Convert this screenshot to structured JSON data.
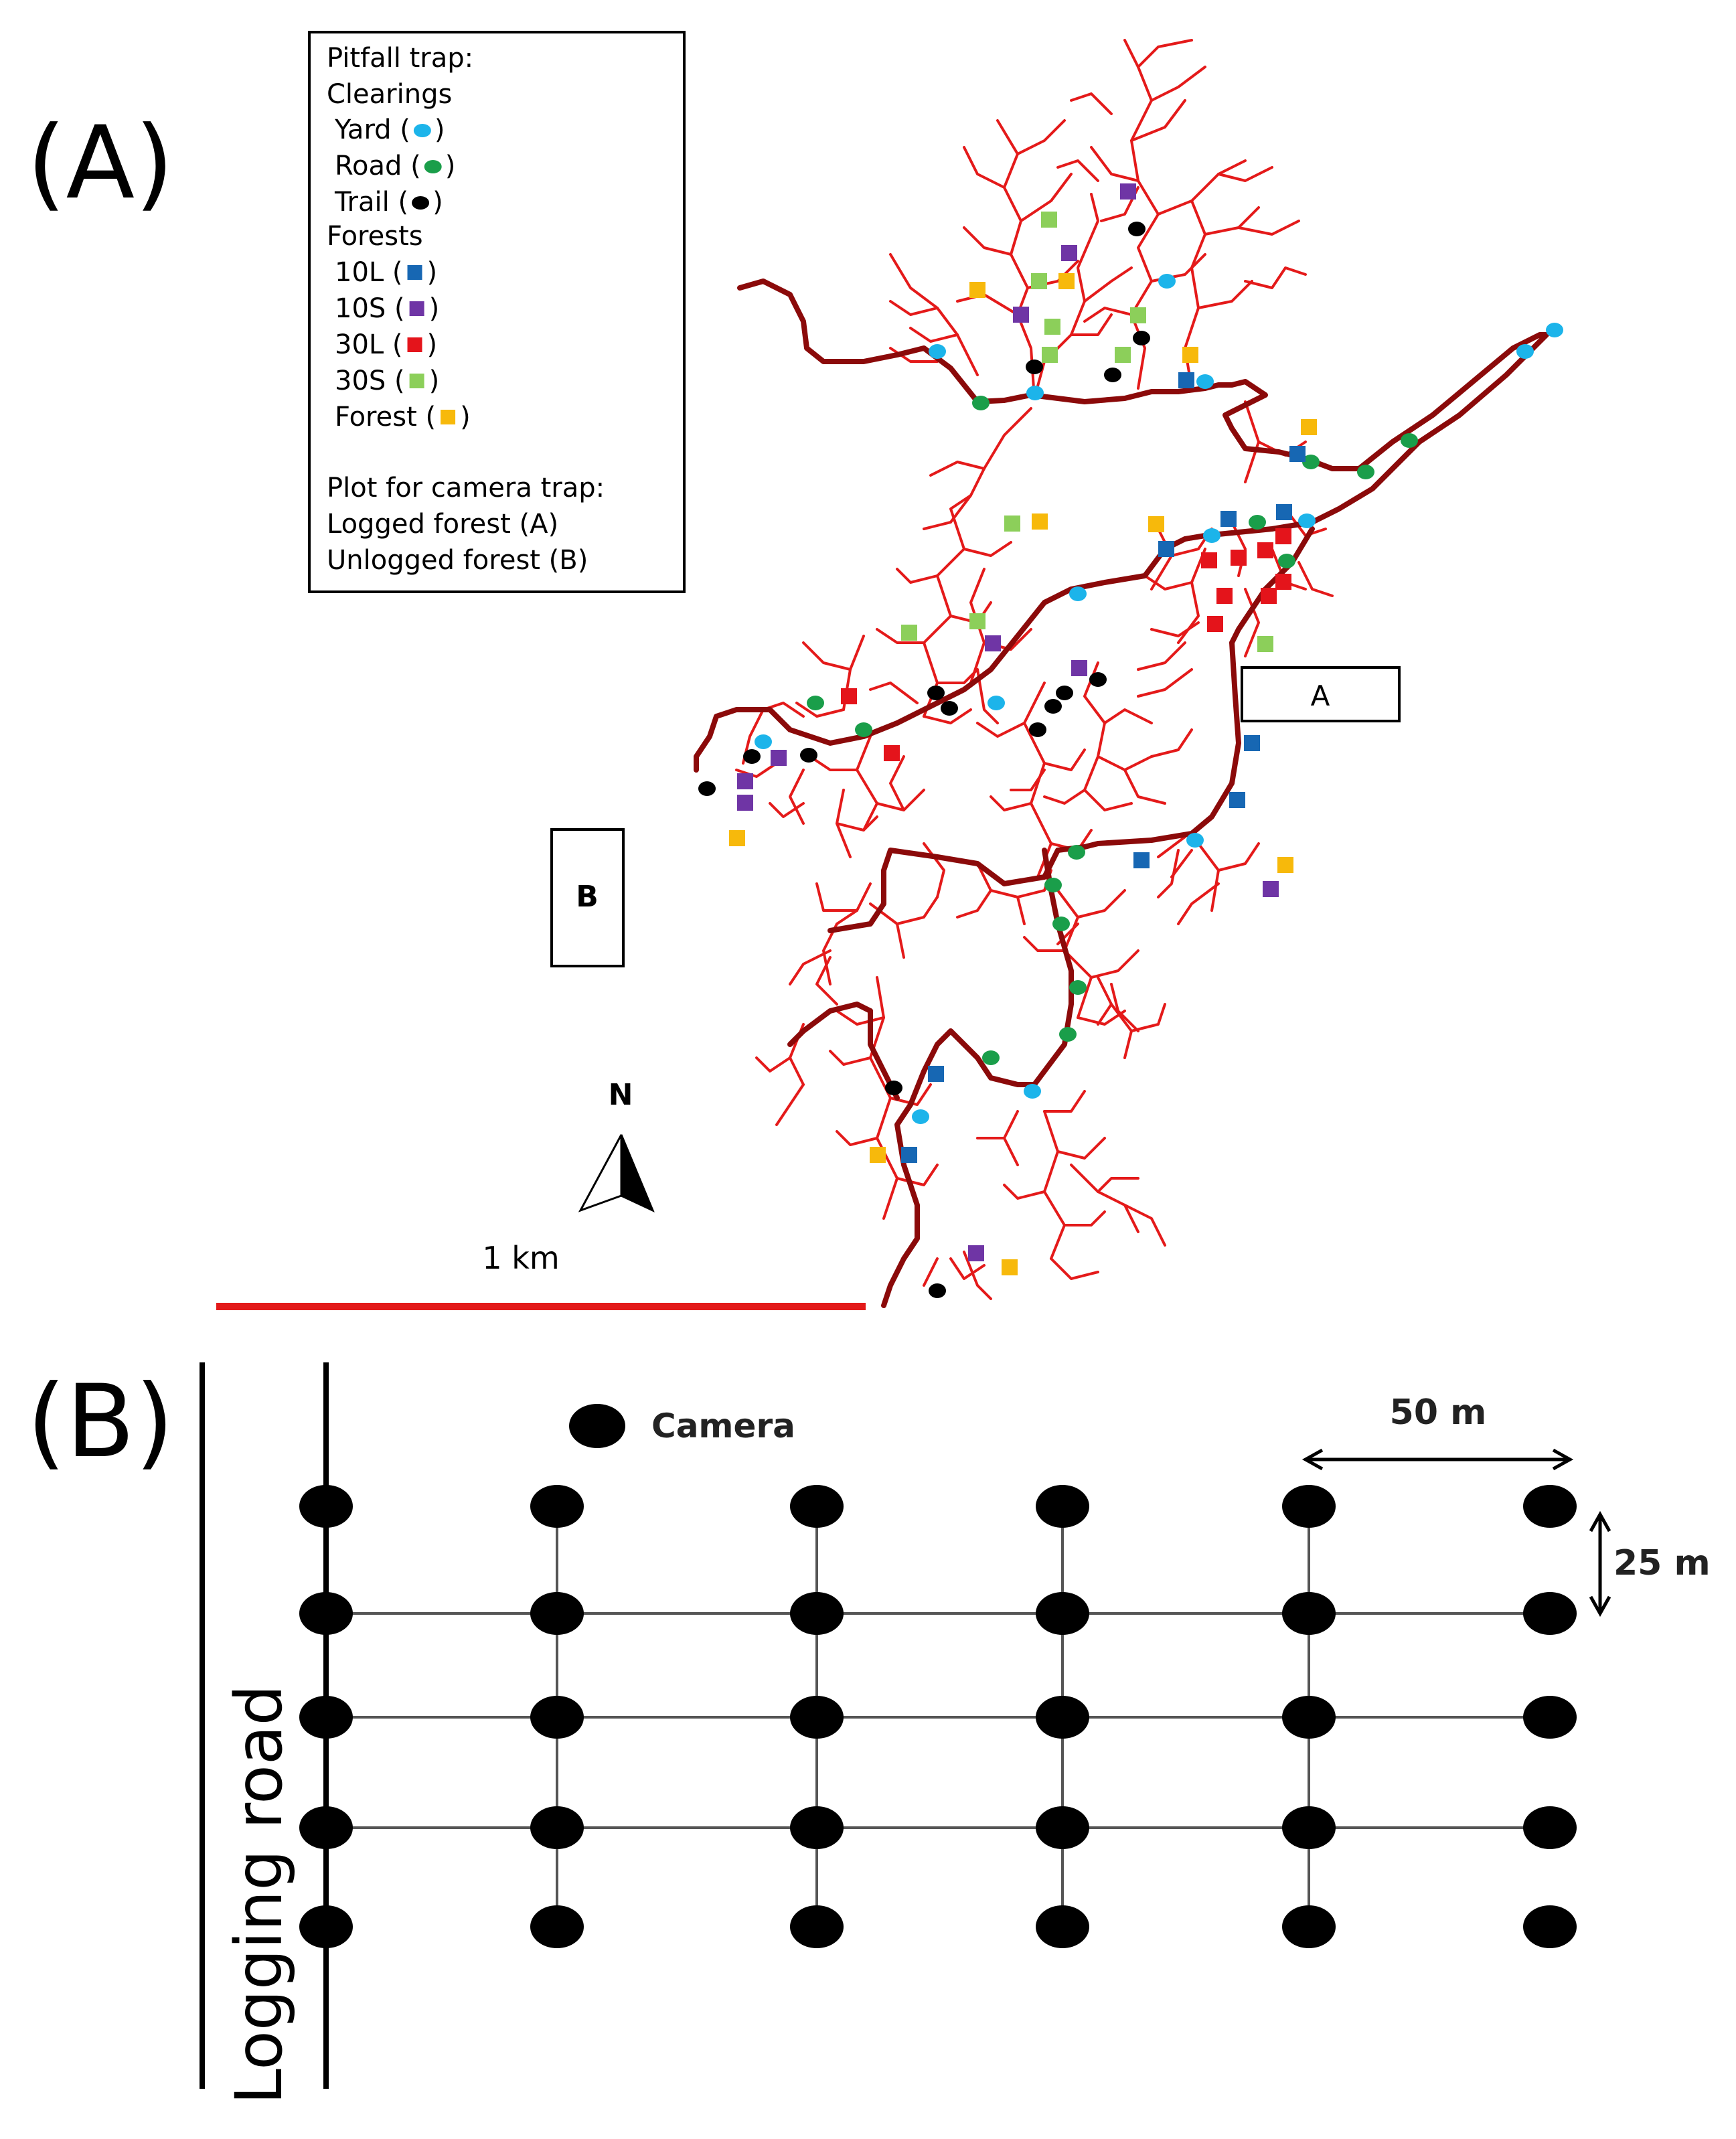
{
  "panel_a": {
    "label": "(A)",
    "legend": {
      "pitfall_header": "Pitfall trap:",
      "clearings_header": "Clearings",
      "items": [
        {
          "label": "Yard (",
          "close": ")",
          "color": "#1cb4ea",
          "shape": "ellipse",
          "name": "yard"
        },
        {
          "label": "Road (",
          "close": ")",
          "color": "#1a9e4a",
          "shape": "ellipse",
          "name": "road"
        },
        {
          "label": "Trail (",
          "close": ")",
          "color": "#000000",
          "shape": "ellipse",
          "name": "trail"
        },
        {
          "label": "10L (",
          "close": ")",
          "color": "#1767b3",
          "shape": "square",
          "name": "10l"
        },
        {
          "label": "10S (",
          "close": ")",
          "color": "#6f35a5",
          "shape": "square",
          "name": "10s"
        },
        {
          "label": "30L (",
          "close": ")",
          "color": "#e4141b",
          "shape": "square",
          "name": "30l"
        },
        {
          "label": "30S (",
          "close": ")",
          "color": "#8ccf5a",
          "shape": "square",
          "name": "30s"
        },
        {
          "label": "Forest  (",
          "close": ")",
          "color": "#f7b90b",
          "shape": "square",
          "name": "forest"
        }
      ],
      "forests_header": "Forests",
      "camera_header": "Plot for camera trap:",
      "logged": "Logged forest (A)",
      "unlogged": "Unlogged forest (B)"
    },
    "plot_a_label": "A",
    "plot_b_label": "B",
    "north_label": "N",
    "scale_label": "1 km",
    "colors": {
      "road": "#8b0a0a",
      "branch": "#e41a1a",
      "scale": "#e31a1a"
    }
  },
  "panel_b": {
    "label": "(B)",
    "camera_label": "Camera",
    "dist_50": "50 m",
    "dist_25": "25 m",
    "road_label": "Logging road",
    "grid": {
      "columns": 6,
      "rows": 5,
      "column_spacing_m": 50,
      "row_spacing_m": 25
    }
  }
}
